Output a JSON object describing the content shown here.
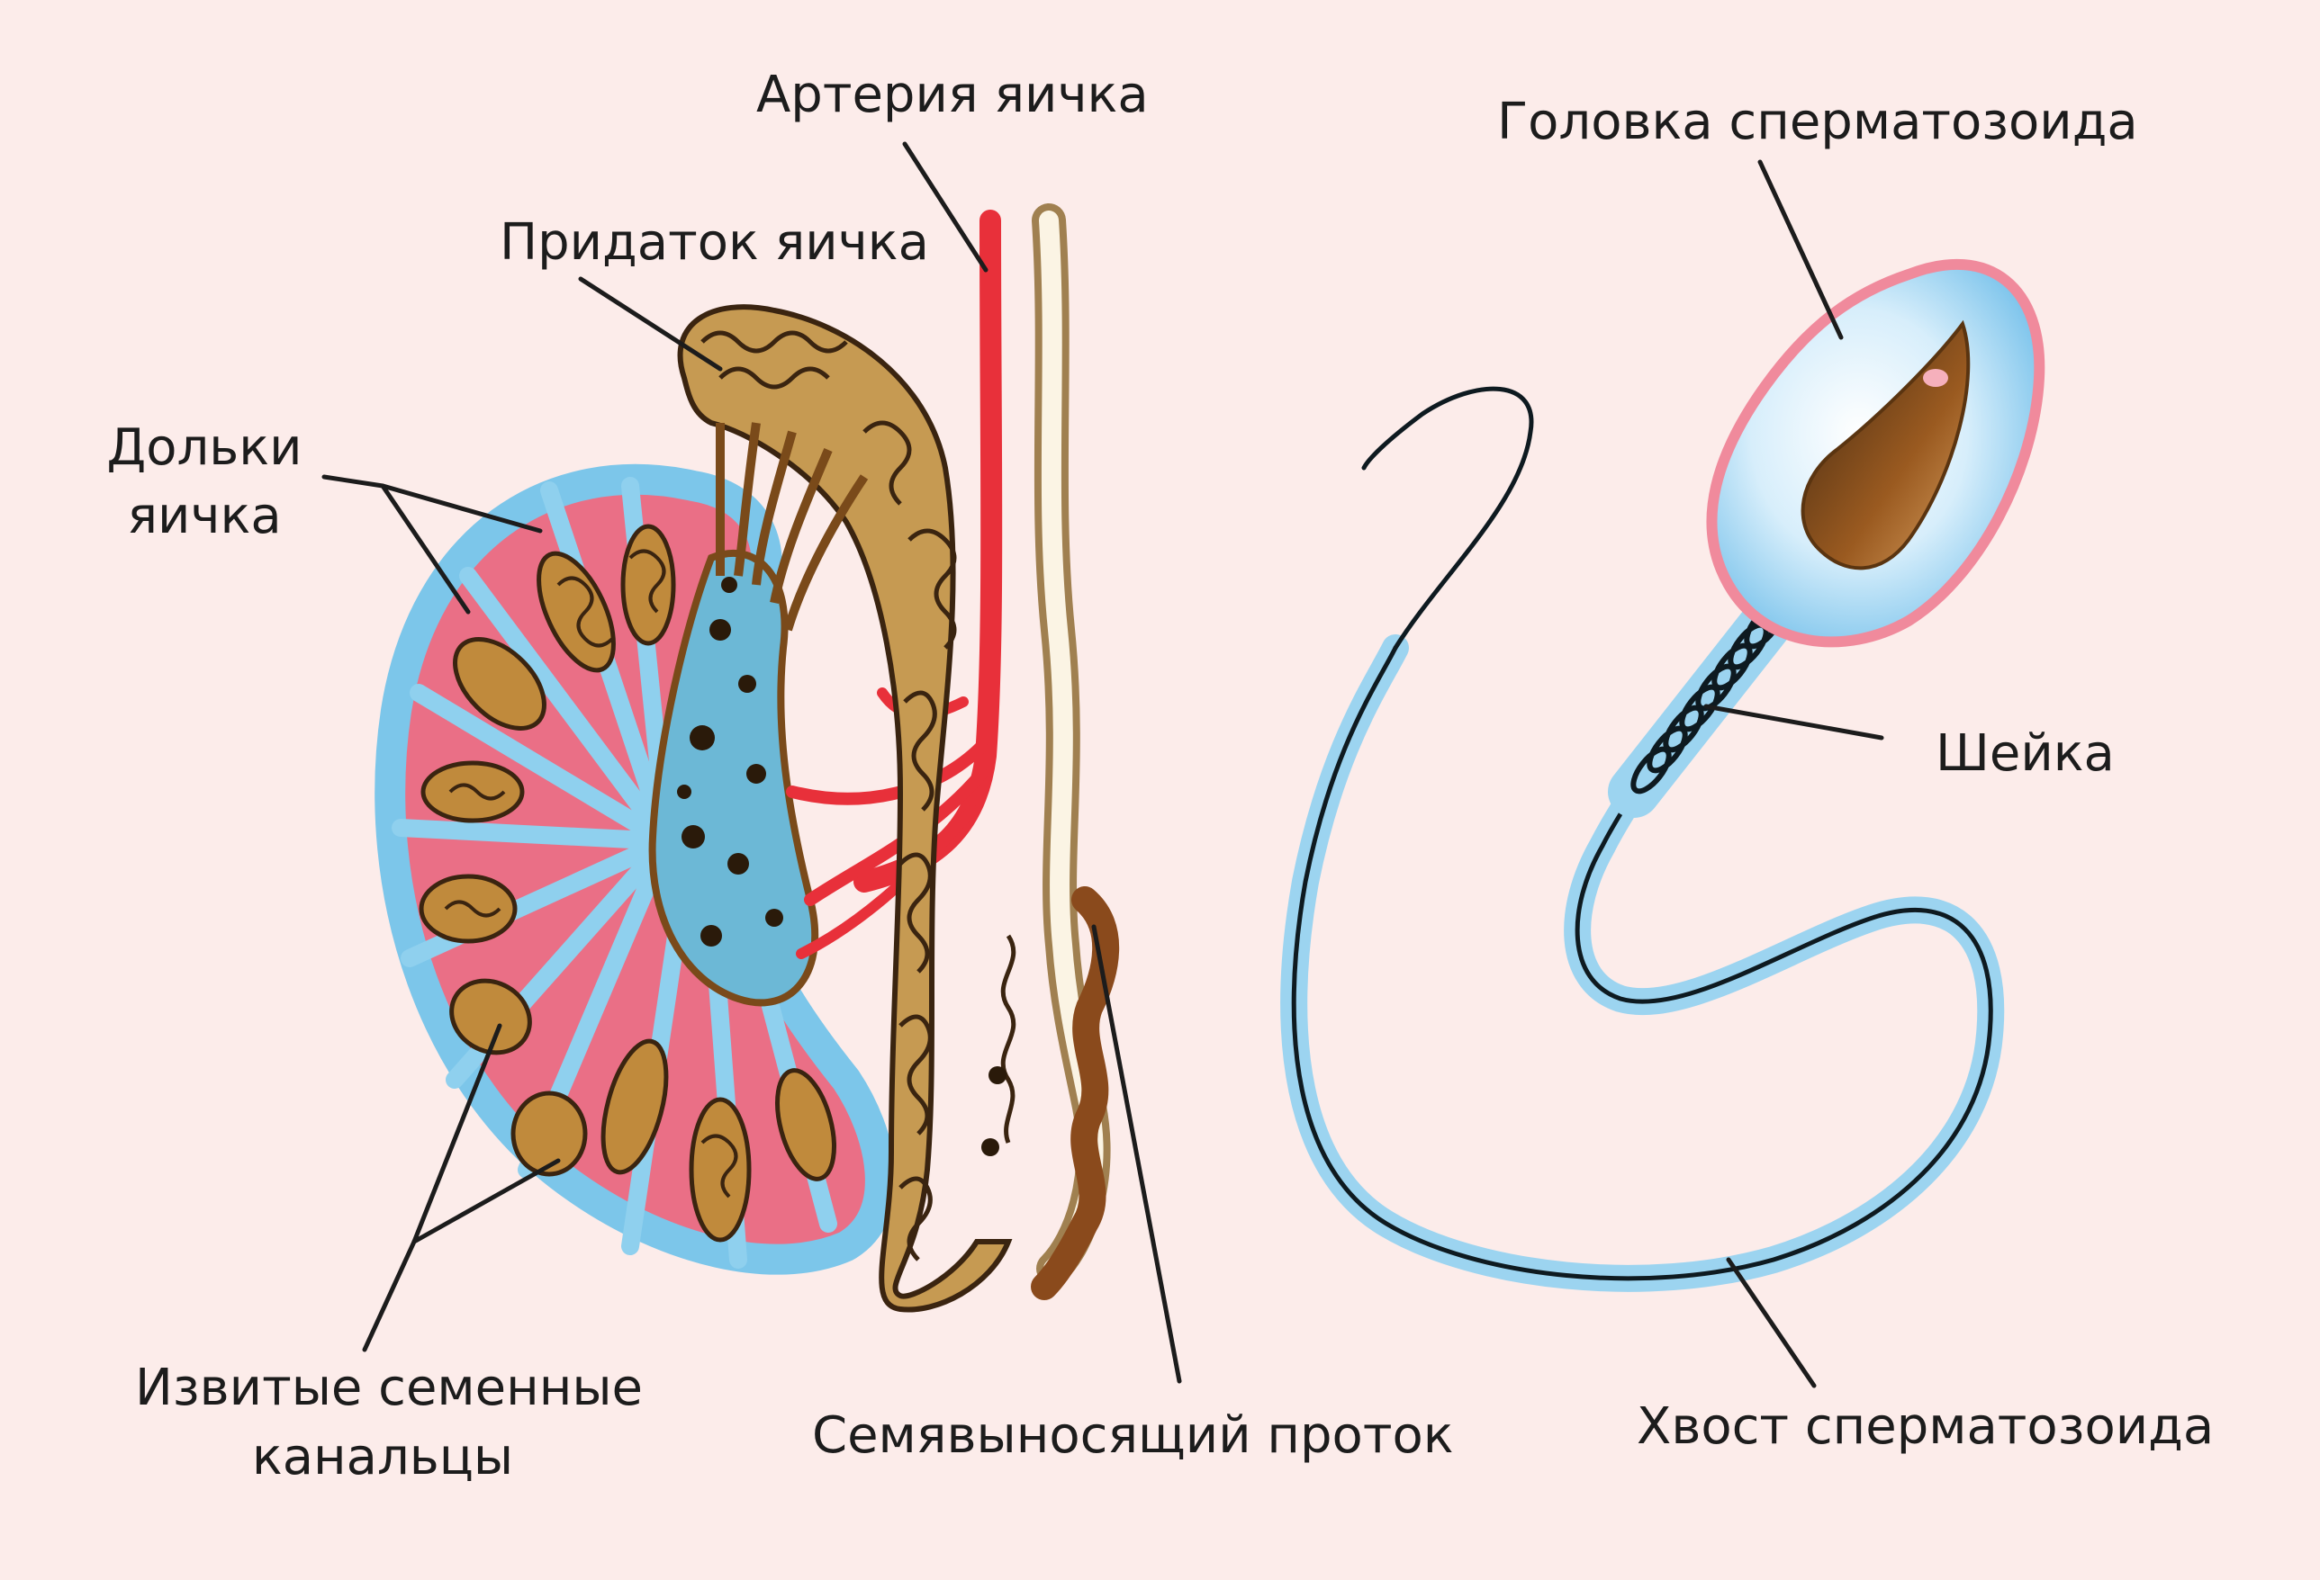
{
  "labels": {
    "artery": "Артерия яичка",
    "epididymis": "Придаток яичка",
    "lobules_line1": "Дольки",
    "lobules_line2": "яичка",
    "tubules_line1": "Извитые семенные",
    "tubules_line2": "канальцы",
    "vas_deferens": "Семявыносящий проток",
    "sperm_head": "Головка сперматозоида",
    "neck": "Шейка",
    "tail": "Хвост сперматозоида"
  },
  "colors": {
    "background": "#fcecea",
    "capsule_blue": "#7cc6ea",
    "lobule_pink": "#ea6f86",
    "tubule_brown": "#a8722c",
    "artery_red": "#e8303a",
    "rete_blue": "#6cb8d6",
    "sperm_blue": "#9cd4f0",
    "head_rim": "#f08a9c",
    "acrosome_brown": "#9a5a20"
  }
}
